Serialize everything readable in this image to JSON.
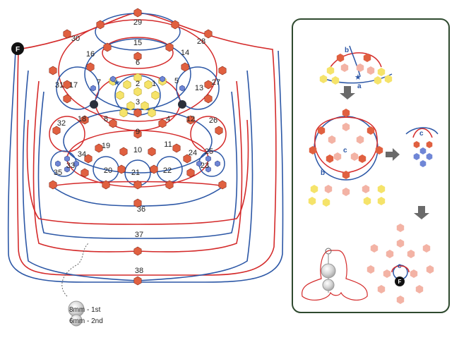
{
  "diagram": {
    "region_numbers": [
      "29",
      "30",
      "28",
      "15",
      "16",
      "14",
      "6",
      "7",
      "5",
      "31",
      "17",
      "2",
      "1",
      "13",
      "27",
      "3",
      "32",
      "18",
      "8",
      "4",
      "12",
      "26",
      "9",
      "19",
      "11",
      "34",
      "10",
      "24",
      "25",
      "33",
      "20",
      "21",
      "22",
      "23",
      "35",
      "36",
      "37",
      "38"
    ],
    "path_labels": [
      "a",
      "b",
      "c",
      "b",
      "c",
      "c"
    ],
    "finish_marker": "F",
    "size_legend": [
      "8mm - 1st",
      "6mm - 2nd"
    ],
    "colors": {
      "red_thread": "#d42a2a",
      "blue_thread": "#2c57a6",
      "red_bead": "#e06040",
      "pink_bead": "#f3b3a5",
      "yellow_bead": "#f5e36a",
      "blue_bead": "#6f86d6",
      "panel_border": "#2f4a2f"
    }
  }
}
